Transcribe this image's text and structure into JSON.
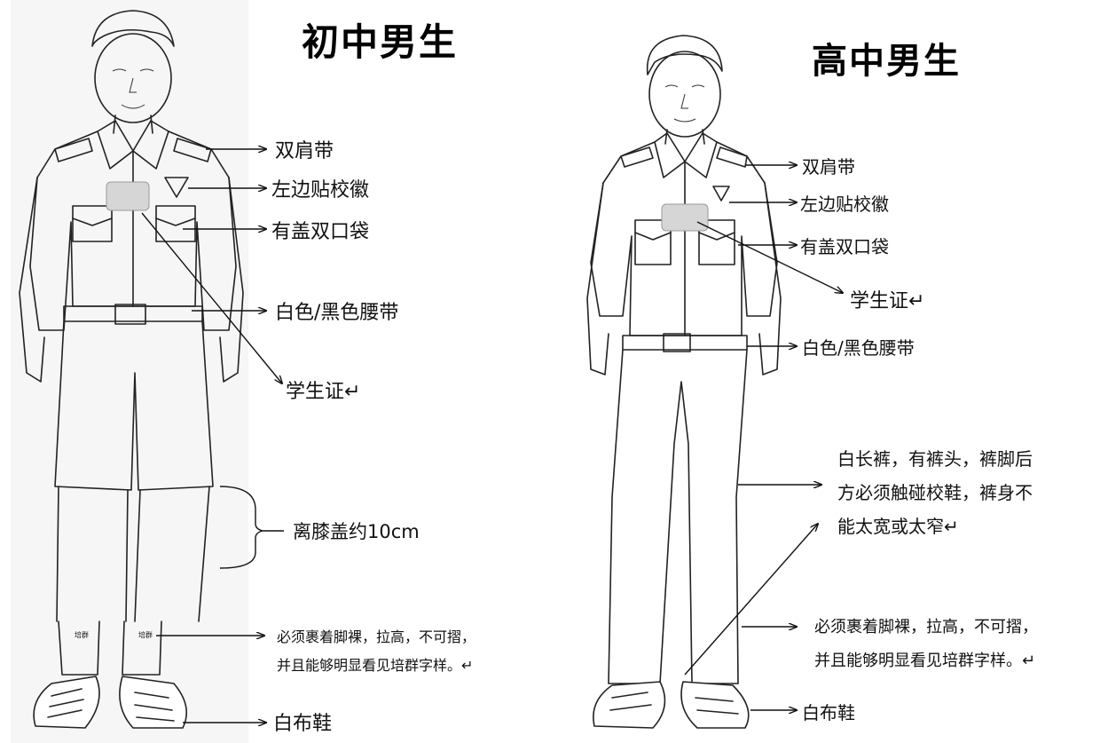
{
  "left": {
    "title": "初中男生",
    "labels": {
      "shoulder_straps": "双肩带",
      "school_badge": "左边贴校徽",
      "pockets": "有盖双口袋",
      "belt": "白色/黑色腰带",
      "student_card": "学生证↵",
      "knee": "离膝盖约10cm",
      "socks_line1": "必须裹着脚裸，拉高，不可摺，",
      "socks_line2": "并且能够明显看见培群字样。↵",
      "shoes": "白布鞋"
    }
  },
  "right": {
    "title": "高中男生",
    "labels": {
      "shoulder_straps": "双肩带",
      "school_badge": "左边贴校徽",
      "pockets": "有盖双口袋",
      "student_card": "学生证↵",
      "belt": "白色/黑色腰带",
      "trousers_line1": "白长裤，有裤头，裤脚后",
      "trousers_line2": "方必须触碰校鞋，裤身不",
      "trousers_line3": "能太宽或太窄↵",
      "socks_line1": "必须裹着脚裸，拉高，不可摺，",
      "socks_line2": "并且能够明显看见培群字样。↵",
      "shoes": "白布鞋"
    }
  },
  "colors": {
    "ink": "#111111",
    "card_fill": "#d6d6d6",
    "left_panel_bg": "#f6f6f6"
  }
}
